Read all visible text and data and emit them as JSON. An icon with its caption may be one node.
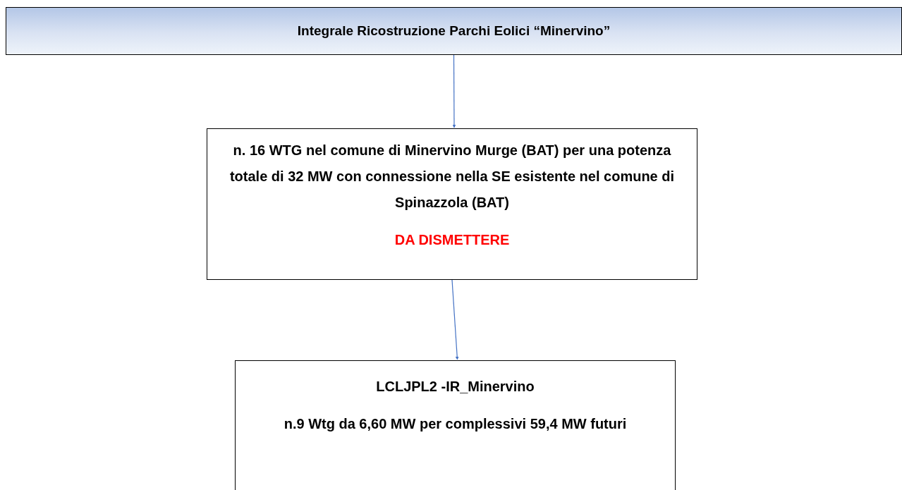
{
  "diagram": {
    "nodes": [
      {
        "text": [
          "Integrale Ricostruzione Parchi Eolici “Minervino”"
        ]
      },
      {
        "text": [
          "n. 16 WTG nel comune di Minervino Murge (BAT) per una potenza totale di 32 MW con connessione nella SE esistente nel comune di Spinazzola (BAT)",
          "DA DISMETTERE"
        ]
      },
      {
        "text": [
          "LCLJPL2 -IR_Minervino",
          "n.9 Wtg da 6,60 MW per complessivi 59,4 MW futuri"
        ]
      }
    ],
    "edges": [
      {
        "from": 0,
        "to": 1,
        "arrow": "to"
      },
      {
        "from": 1,
        "to": 2,
        "arrow": "to"
      }
    ]
  }
}
